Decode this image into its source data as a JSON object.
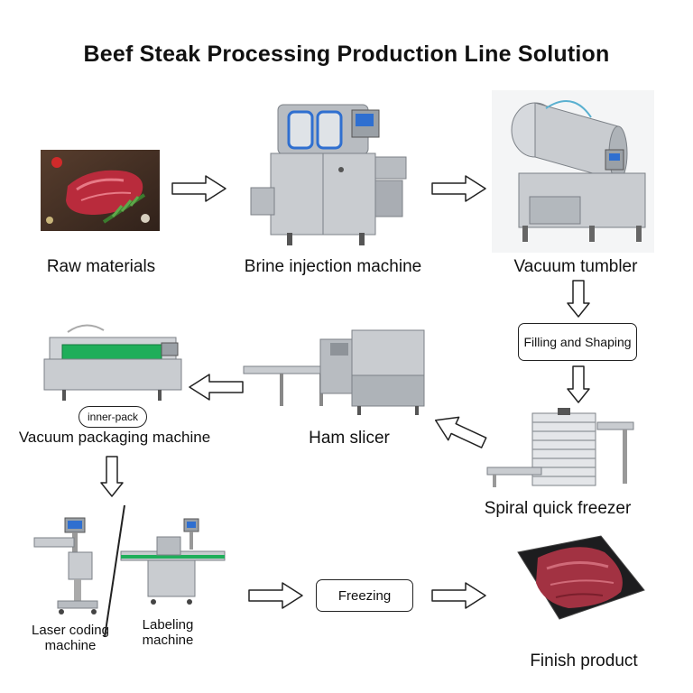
{
  "title": "Beef Steak Processing Production Line Solution",
  "steps": {
    "raw_materials": "Raw materials",
    "brine_injection": "Brine injection machine",
    "vacuum_tumbler": "Vacuum tumbler",
    "filling_shaping": "Filling and Shaping",
    "spiral_freezer": "Spiral quick freezer",
    "ham_slicer": "Ham slicer",
    "vacuum_packaging": "Vacuum packaging machine",
    "inner_pack": "inner-pack",
    "laser_coding": "Laser coding machine",
    "labeling": "Labeling machine",
    "freezing": "Freezing",
    "finish_product": "Finish product"
  },
  "colors": {
    "steel": "#c9ccd0",
    "steel_dark": "#8e9399",
    "meat": "#b4283a",
    "green": "#1fae5a",
    "panel_blue": "#2f6fd0"
  }
}
